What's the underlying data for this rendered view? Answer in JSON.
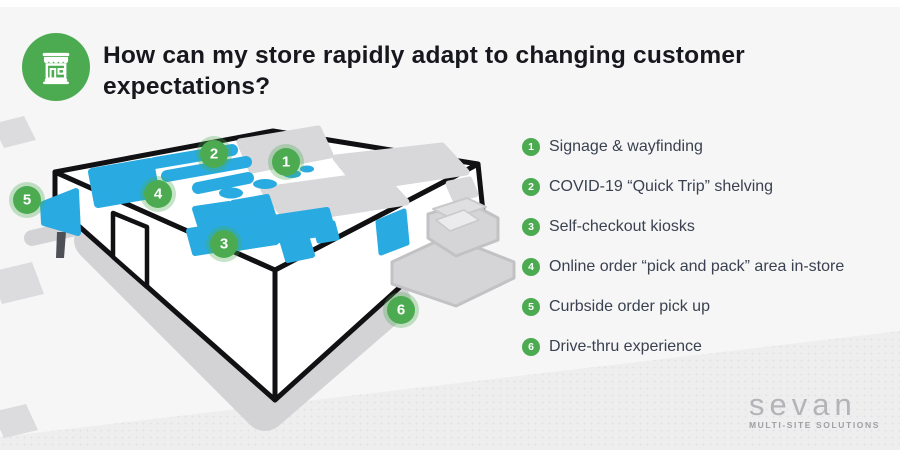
{
  "colors": {
    "green": "#4cab50",
    "blue": "#29abe2",
    "bg": "#f6f6f7",
    "band": "#eeeeef"
  },
  "header": {
    "icon": "storefront-icon",
    "title_line1": "How can my store rapidly adapt to changing customer",
    "title_line2": "expectations?"
  },
  "legend": {
    "items": [
      {
        "num": "1",
        "label": "Signage & wayfinding"
      },
      {
        "num": "2",
        "label": "COVID-19 “Quick Trip” shelving"
      },
      {
        "num": "3",
        "label": "Self-checkout kiosks"
      },
      {
        "num": "4",
        "label": "Online order “pick and pack” area in-store"
      },
      {
        "num": "5",
        "label": "Curbside order pick up"
      },
      {
        "num": "6",
        "label": "Drive-thru experience"
      }
    ]
  },
  "diagram": {
    "description": "Isometric store building with highlighted adaptation features",
    "markers": [
      {
        "num": "1"
      },
      {
        "num": "2"
      },
      {
        "num": "3"
      },
      {
        "num": "4"
      },
      {
        "num": "5"
      },
      {
        "num": "6"
      }
    ]
  },
  "footer": {
    "logo": "sevan",
    "tagline": "MULTI-SITE SOLUTIONS"
  }
}
